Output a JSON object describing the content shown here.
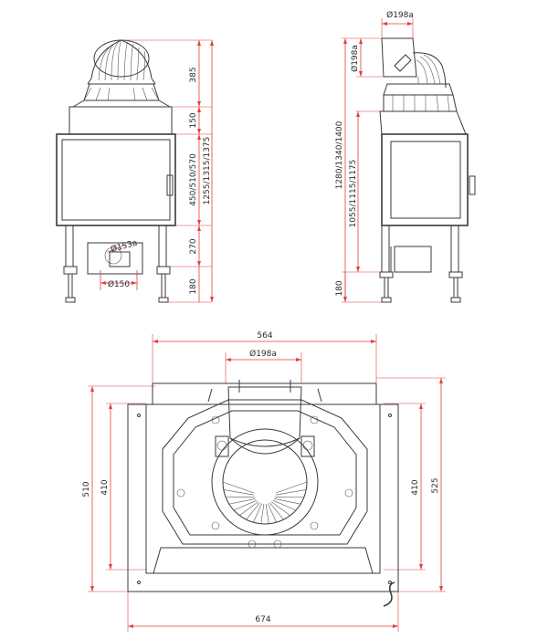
{
  "colors": {
    "dimension_line": "#e0403a",
    "outline": "#3a3a3a"
  },
  "front_view": {
    "dim_385": "385",
    "dim_150": "150",
    "dim_450": "450/510/570",
    "dim_270": "270",
    "dim_180": "180",
    "dim_total": "1255/1315/1375",
    "dim_d150": "Ø150",
    "dim_d153": "Ø153a"
  },
  "side_view": {
    "dim_d198_top": "Ø198a",
    "dim_d198_side": "Ø198a",
    "dim_total": "1280/1340/1400",
    "dim_door": "1055/1115/1175",
    "dim_180": "180"
  },
  "plan_view": {
    "dim_564": "564",
    "dim_d198": "Ø198a",
    "dim_510": "510",
    "dim_410_left": "410",
    "dim_410_right": "410",
    "dim_525": "525",
    "dim_674": "674"
  }
}
